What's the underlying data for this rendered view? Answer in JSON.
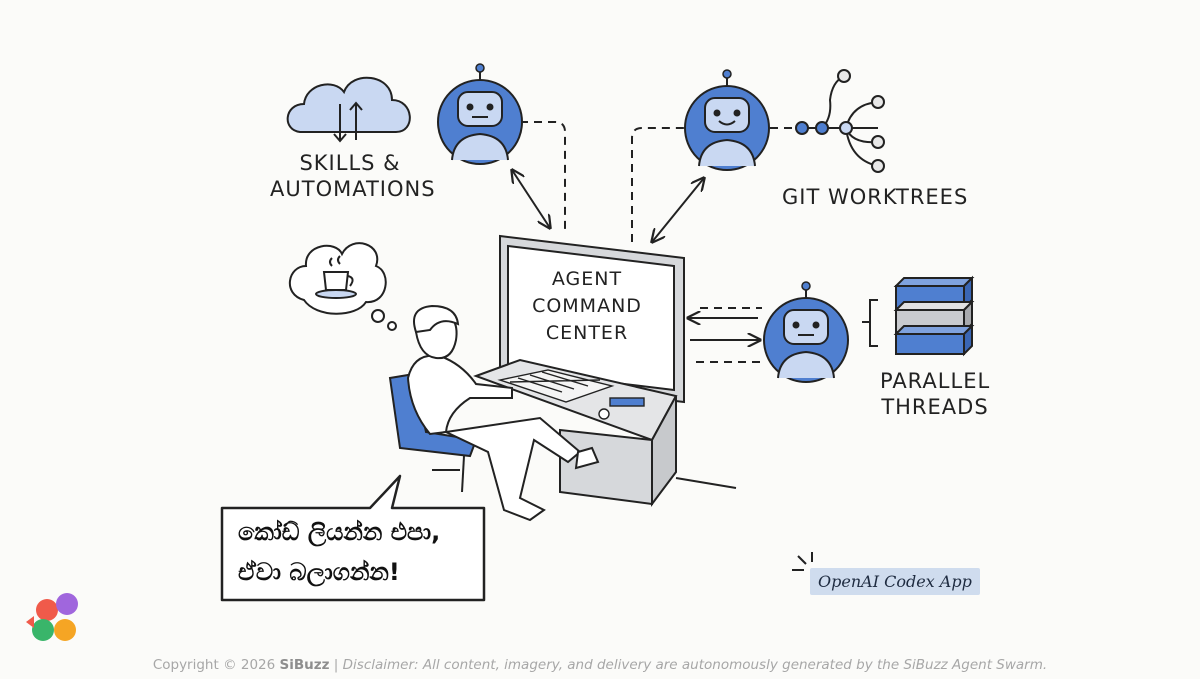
{
  "diagram": {
    "nodes": {
      "skills": {
        "line1": "SKILLS &",
        "line2": "AUTOMATIONS"
      },
      "git": {
        "label": "GIT WORKTREES"
      },
      "parallel": {
        "line1": "PARALLEL",
        "line2": "THREADS"
      },
      "screen": {
        "line1": "AGENT",
        "line2": "COMMAND",
        "line3": "CENTER"
      }
    },
    "speech_bubble": {
      "line1": "කෝඩ් ලියන්න එපා,",
      "line2": "ඒවා බලාගන්න!"
    },
    "badge": "OpenAI Codex App"
  },
  "footer": {
    "prefix": "Copyright © 2026",
    "brand": "SiBuzz",
    "separator": "|",
    "disclaimer": "Disclaimer: All content, imagery, and delivery are autonomously generated by the SiBuzz Agent Swarm."
  },
  "colors": {
    "robot_blue": "#4f7fd0",
    "robot_face": "#c9d8f2",
    "accent_blue": "#5a85cf",
    "panel_grey": "#d6d8db",
    "ink": "#222222"
  },
  "icons": [
    "cloud-sync-icon",
    "robot-icon",
    "git-branch-icon",
    "server-stack-icon",
    "coffee-cup-icon",
    "logo-icon"
  ]
}
